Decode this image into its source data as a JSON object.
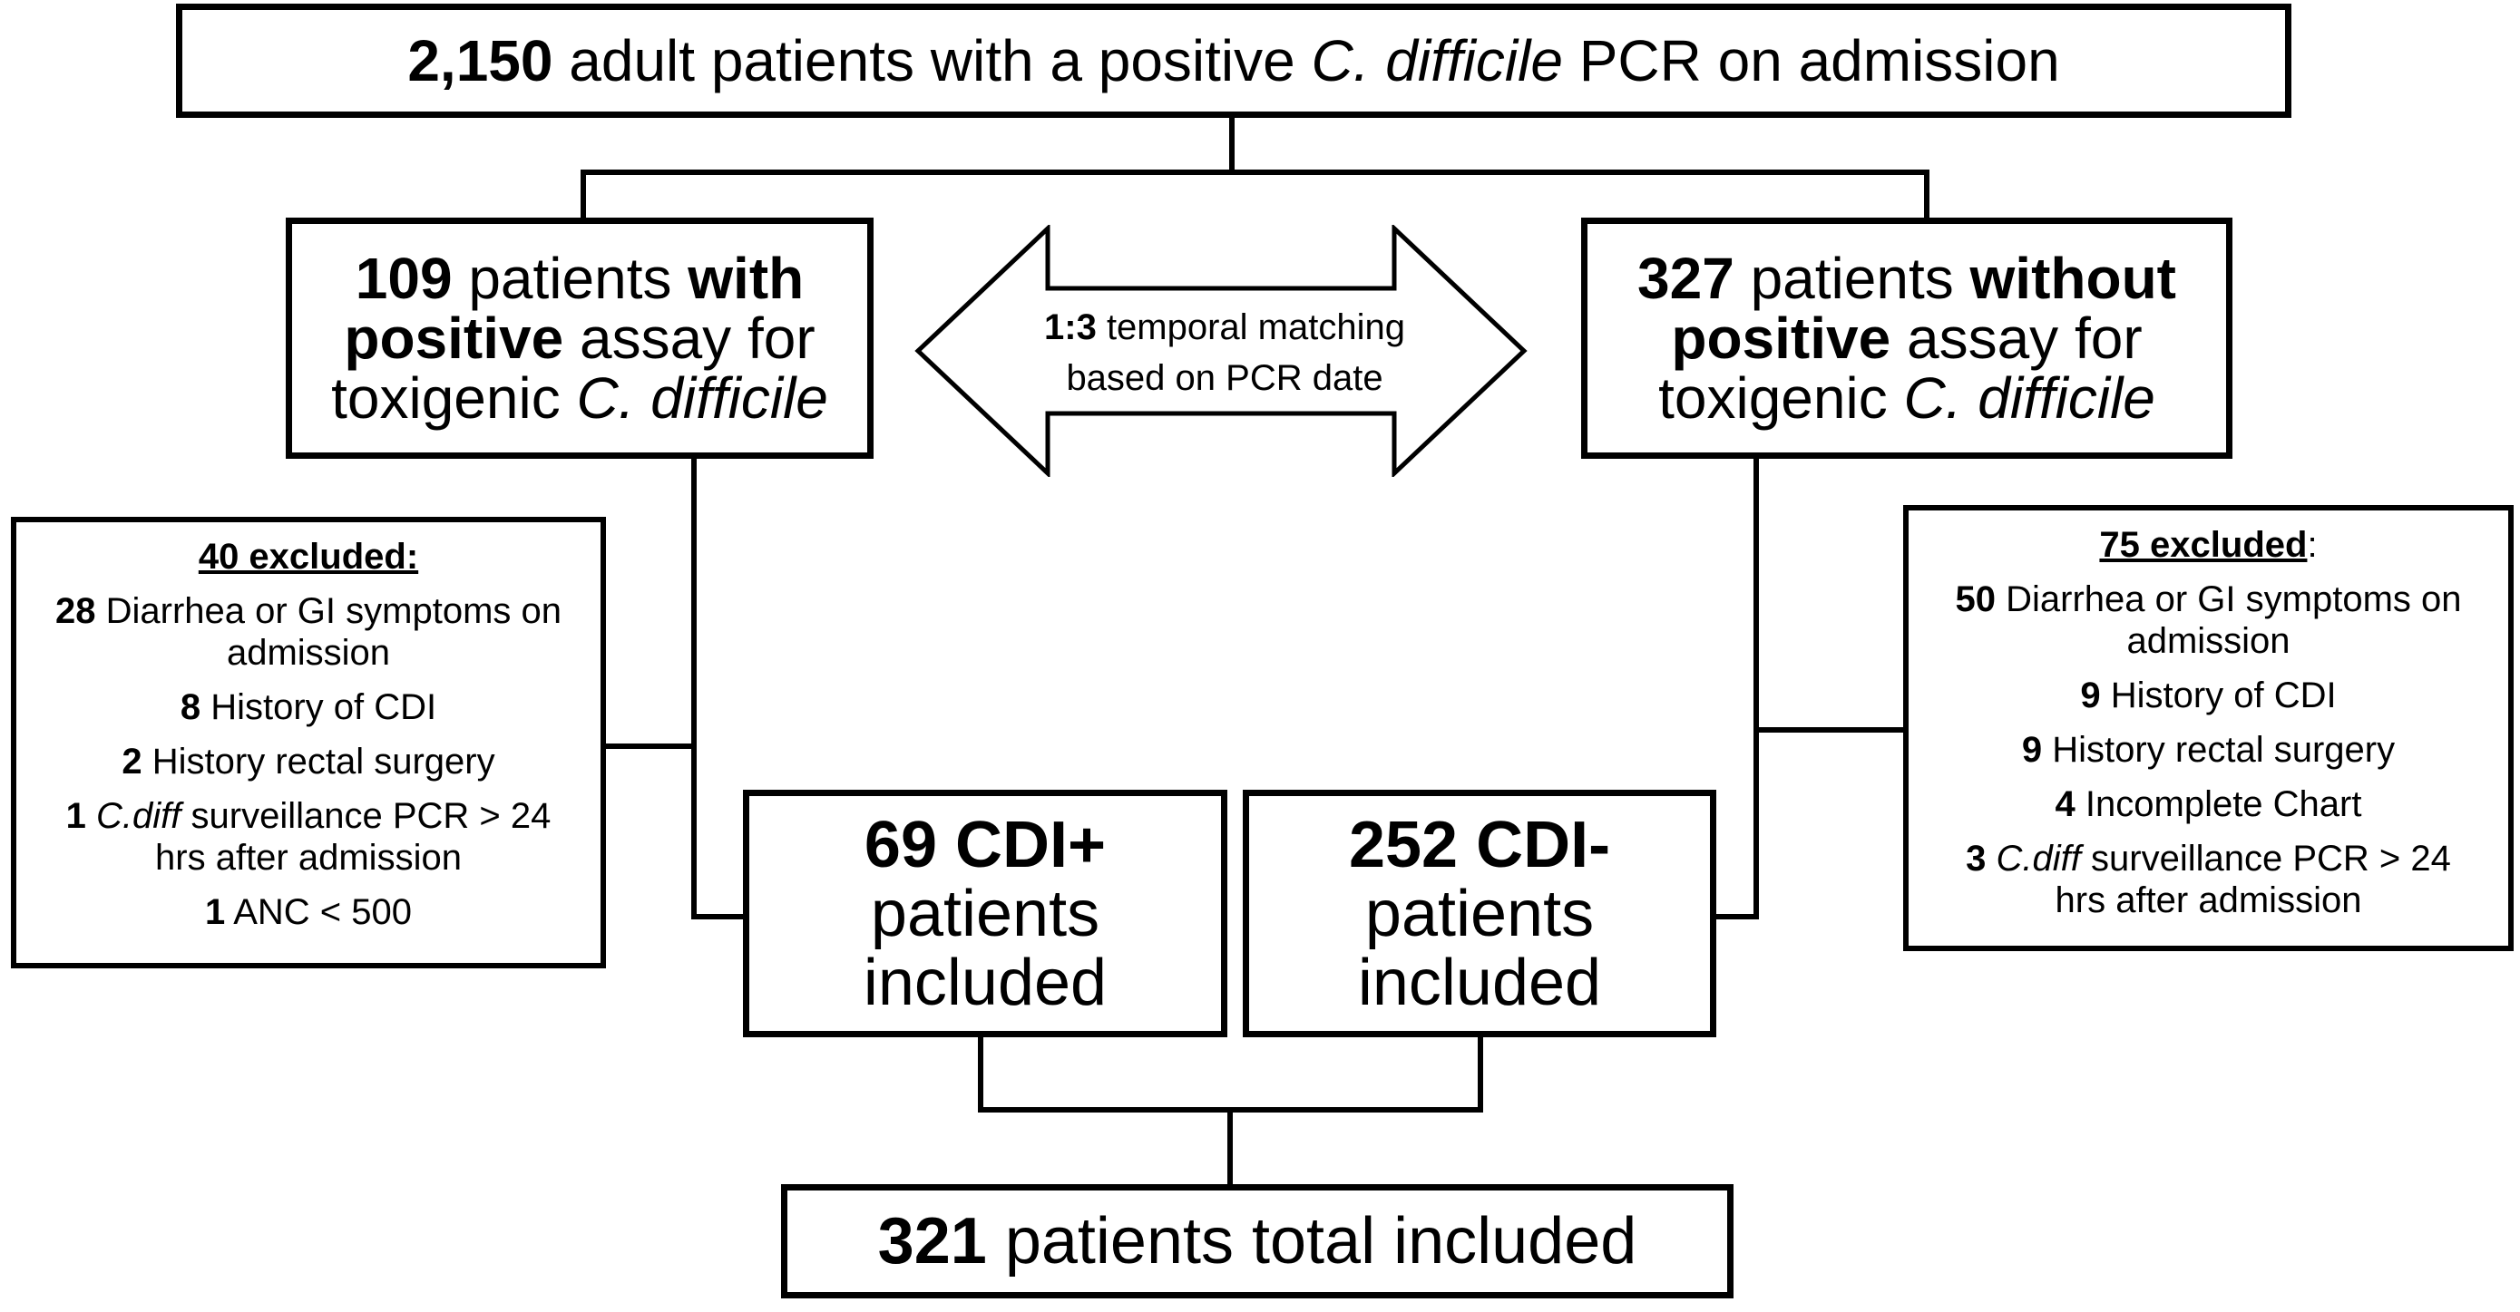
{
  "top": {
    "count": "2,150",
    "text_a": "adult patients with a positive",
    "organism": "C. difficile",
    "text_b": "PCR on admission"
  },
  "with_group": {
    "count": "109",
    "line1_text": "patients",
    "line1_bold": "with",
    "line2_bold": "positive",
    "line2_text": "assay for",
    "line3_text": "toxigenic",
    "line3_italic": "C. difficile"
  },
  "without_group": {
    "count": "327",
    "line1_text": "patients",
    "line1_bold": "without",
    "line2_bold": "positive",
    "line2_text": "assay for",
    "line3_text": "toxigenic",
    "line3_italic": "C. difficile"
  },
  "matching": {
    "ratio": "1:3",
    "line1_text": "temporal matching",
    "line2_text": "based on PCR date"
  },
  "excluded_left": {
    "header": "40 excluded:",
    "items": [
      {
        "count": "28",
        "text": "Diarrhea or GI symptoms on",
        "text2": "admission"
      },
      {
        "count": "8",
        "text": "History of CDI"
      },
      {
        "count": "2",
        "text": "History rectal surgery"
      },
      {
        "count": "1",
        "italic": "C.diff",
        "text": "surveillance PCR > 24",
        "text2": "hrs after admission"
      },
      {
        "count": "1",
        "text": "ANC < 500"
      }
    ]
  },
  "excluded_right": {
    "header": "75 excluded",
    "header_suffix": ":",
    "items": [
      {
        "count": "50",
        "text": "Diarrhea or GI symptoms on",
        "text2": "admission"
      },
      {
        "count": "9",
        "text": "History of CDI"
      },
      {
        "count": "9",
        "text": "History rectal surgery"
      },
      {
        "count": "4",
        "text": "Incomplete Chart"
      },
      {
        "count": "3",
        "italic": "C.diff",
        "text": "surveillance PCR > 24",
        "text2": "hrs after admission"
      }
    ]
  },
  "cdi_positive": {
    "title": "69 CDI+",
    "line2": "patients",
    "line3": "included"
  },
  "cdi_negative": {
    "title": "252 CDI-",
    "line2": "patients",
    "line3": "included"
  },
  "total": {
    "count": "321",
    "text": "patients total included"
  }
}
